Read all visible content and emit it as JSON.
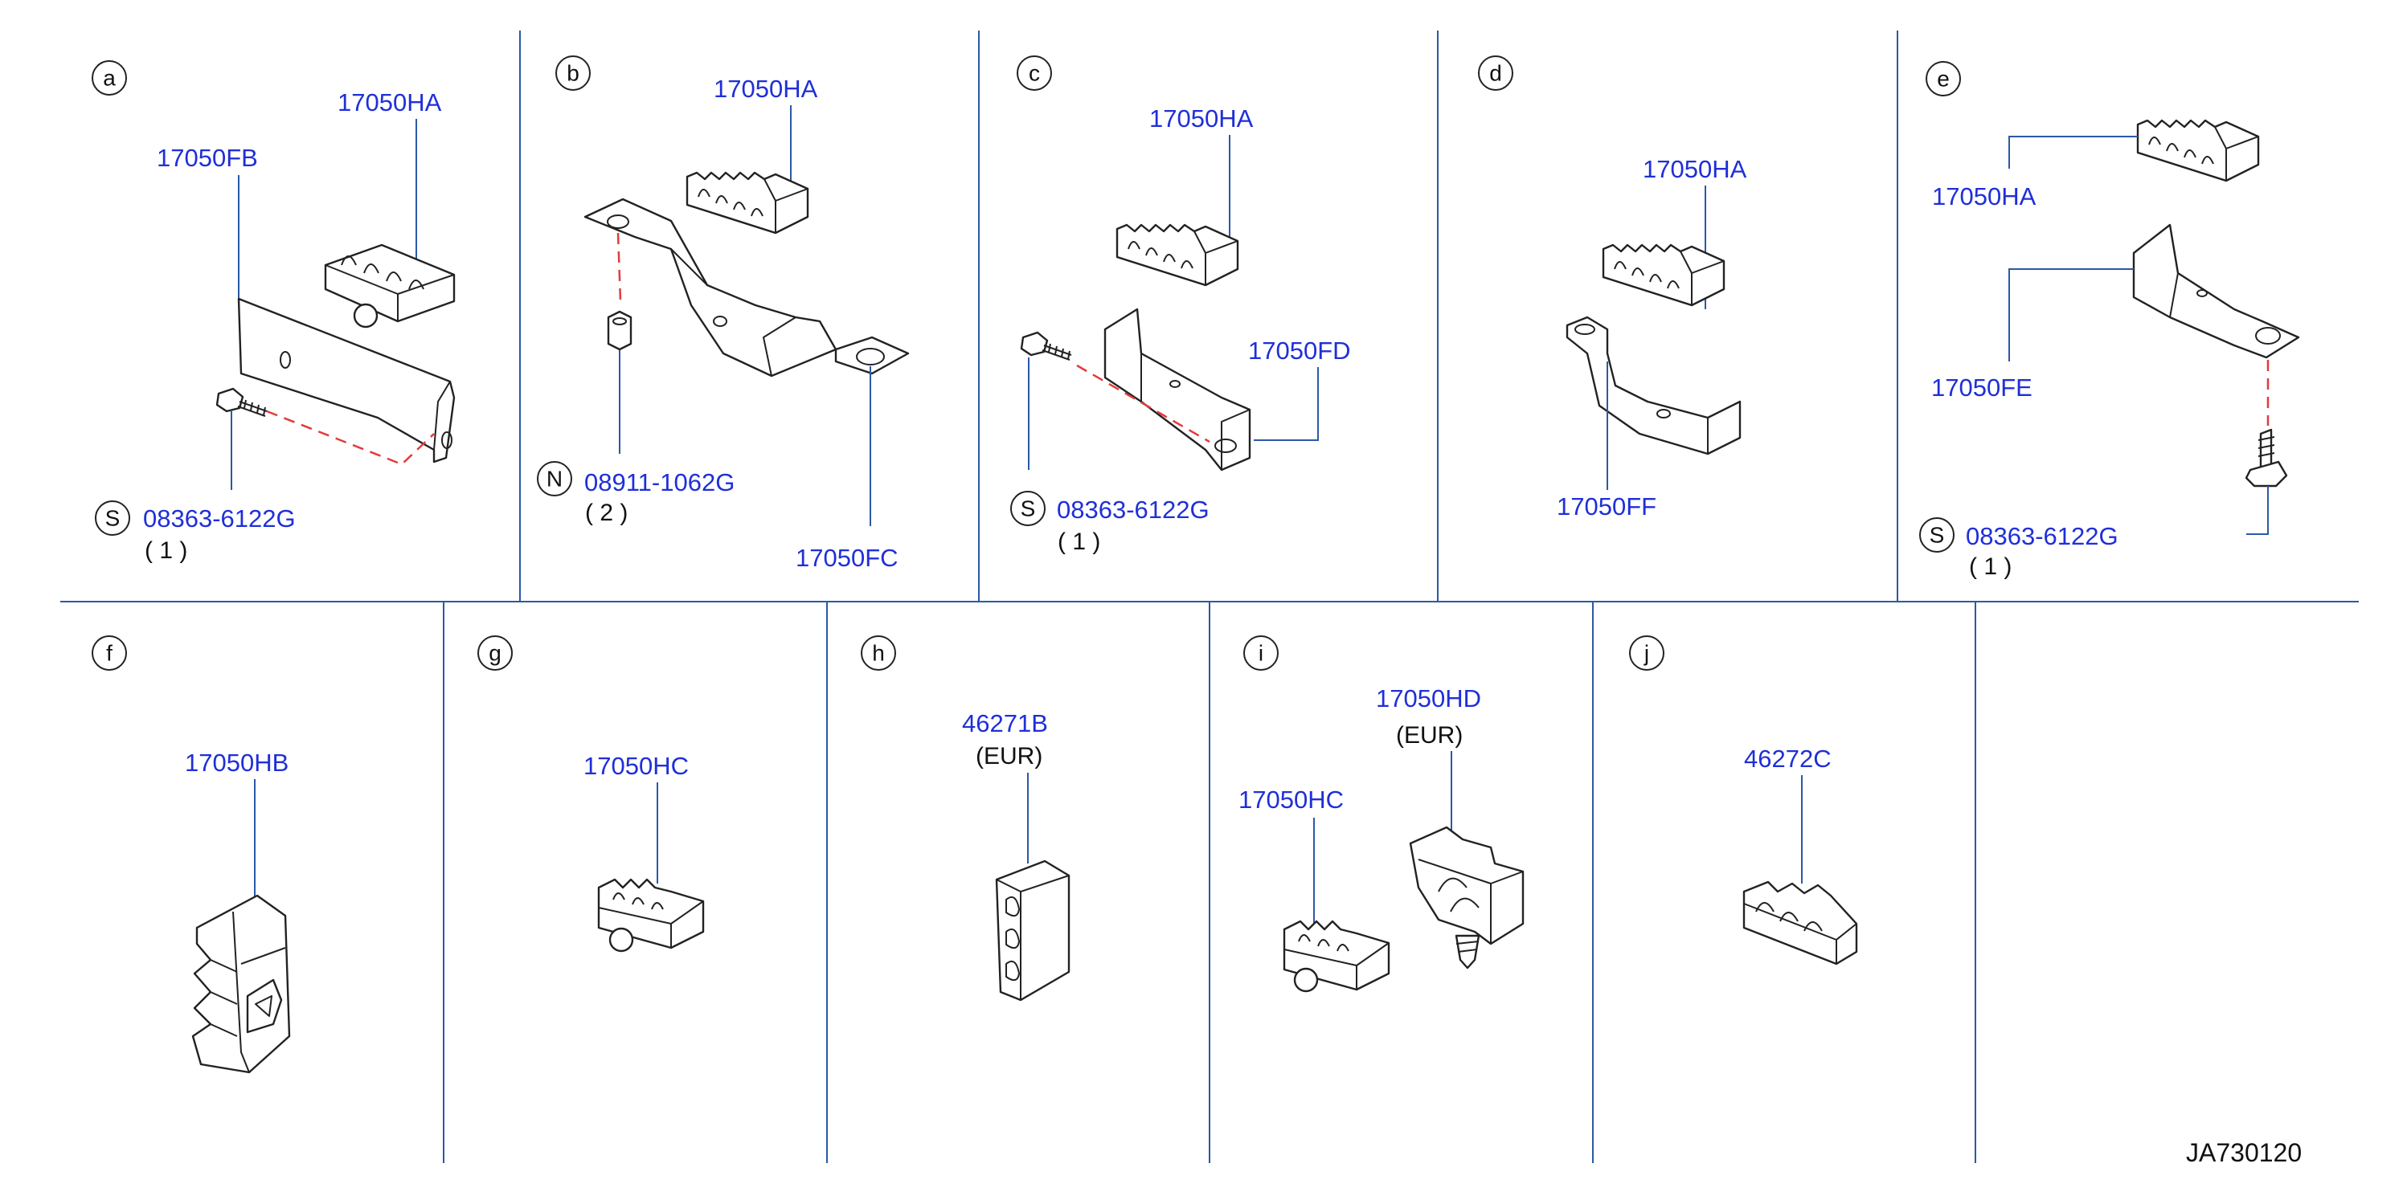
{
  "diagram_code": "JA730120",
  "panels": [
    {
      "letter": "a",
      "parts": [
        "17050HA",
        "17050FB"
      ],
      "fastener": {
        "badge": "S",
        "part": "08363-6122G",
        "qty": "( 1 )"
      }
    },
    {
      "letter": "b",
      "parts": [
        "17050HA",
        "17050FC"
      ],
      "fastener": {
        "badge": "N",
        "part": "08911-1062G",
        "qty": "( 2 )"
      }
    },
    {
      "letter": "c",
      "parts": [
        "17050HA",
        "17050FD"
      ],
      "fastener": {
        "badge": "S",
        "part": "08363-6122G",
        "qty": "( 1 )"
      }
    },
    {
      "letter": "d",
      "parts": [
        "17050HA",
        "17050FF"
      ]
    },
    {
      "letter": "e",
      "parts": [
        "17050HA",
        "17050FE"
      ],
      "fastener": {
        "badge": "S",
        "part": "08363-6122G",
        "qty": "( 1 )"
      }
    },
    {
      "letter": "f",
      "parts": [
        "17050HB"
      ]
    },
    {
      "letter": "g",
      "parts": [
        "17050HC"
      ]
    },
    {
      "letter": "h",
      "parts": [
        "46271B"
      ],
      "note": "(EUR)"
    },
    {
      "letter": "i",
      "parts": [
        "17050HD",
        "17050HC"
      ],
      "note": "(EUR)"
    },
    {
      "letter": "j",
      "parts": [
        "46272C"
      ]
    }
  ]
}
